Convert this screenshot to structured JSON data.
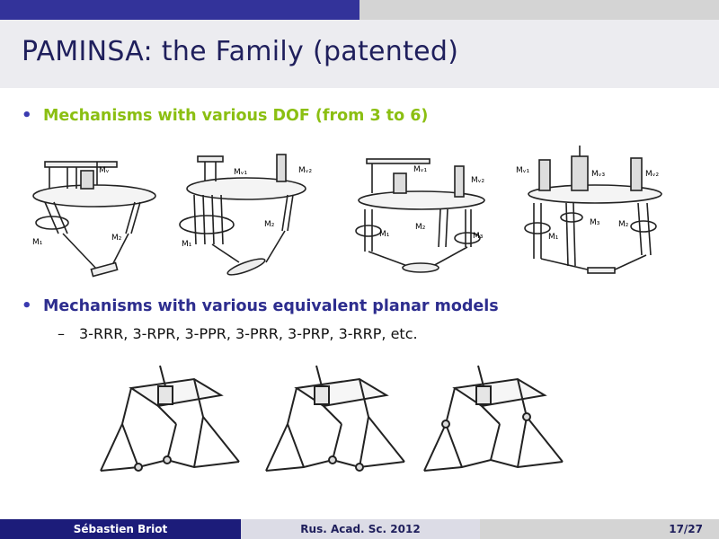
{
  "slide": {
    "title": "PAMINSA: the Family (patented)",
    "bullets": [
      {
        "text": "Mechanisms with various DOF (from 3 to 6)",
        "color": "#8bbf12"
      },
      {
        "text": "Mechanisms with various equivalent planar models",
        "color": "#2d2d8e"
      }
    ],
    "sub_bullet": "3-RRR, 3-RPR, 3-PPR, 3-PRR, 3-PRP, 3-RRP, etc.",
    "bullet_glyph": "•",
    "dash_glyph": "–"
  },
  "figures_row1": [
    {
      "labels": [
        "Mᵥ",
        "M₁",
        "M₂"
      ]
    },
    {
      "labels": [
        "Mᵥ₁",
        "Mᵥ₂",
        "M₁",
        "M₂"
      ]
    },
    {
      "labels": [
        "Mᵥ₁",
        "Mᵥ₂",
        "M₁",
        "M₂",
        "M₃"
      ]
    },
    {
      "labels": [
        "Mᵥ₁",
        "Mᵥ₃",
        "Mᵥ₂",
        "M₁",
        "M₃",
        "M₂"
      ]
    }
  ],
  "footer": {
    "author": "Sébastien Briot",
    "venue": "Rus. Acad. Sc. 2012",
    "page": "17/27"
  },
  "colors": {
    "top_dark": "#33339a",
    "title_bg": "#ececf0",
    "title_text": "#1f1f5c",
    "footer_dark": "#1c1c7a"
  }
}
